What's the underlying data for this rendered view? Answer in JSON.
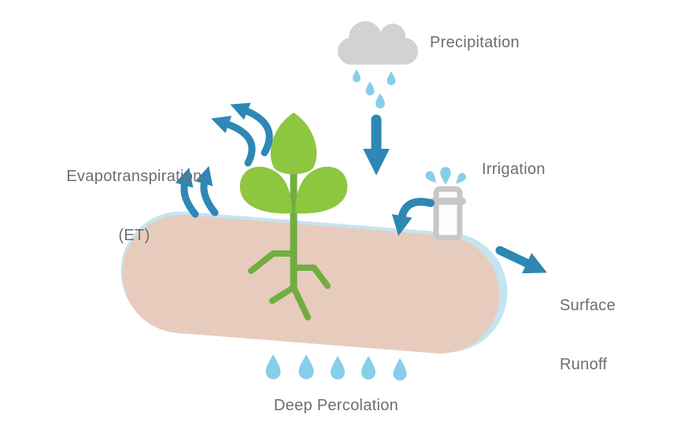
{
  "title": "Water balance diagram",
  "labels": {
    "precipitation": "Precipitation",
    "evapotranspiration_line1": "Evapotranspiration",
    "evapotranspiration_line2": "(ET)",
    "irrigation": "Irrigation",
    "surface_runoff_line1": "Surface",
    "surface_runoff_line2": "Runoff",
    "deep_percolation": "Deep Percolation"
  },
  "colors": {
    "background": "#ffffff",
    "arrow_blue": "#2e87b4",
    "water_drop_blue": "#87cee9",
    "soil_blue": "#c6e3f0",
    "soil_pink": "#e7ccbd",
    "cloud_gray": "#d3d1d1",
    "leaf_green": "#8dc63f",
    "stem_green": "#72ad40",
    "pipe_gray": "#c8c7c6",
    "pipe_fill": "#fcfcfc",
    "label_gray": "#6c6e70"
  },
  "icons": {
    "cloud": "cloud-icon",
    "rain_drops": "rain-drop-icon",
    "down_arrow": "precipitation-arrow-down-icon",
    "et_arrows": "evapotranspiration-curved-arrow-icon",
    "plant": "plant-sprout-icon",
    "soil": "soil-block-icon",
    "sprinkler": "sprinkler-pipe-icon",
    "spray": "sprinkler-spray-drop-icon",
    "irrigation_arrow": "irrigation-curved-arrow-icon",
    "runoff_arrow": "surface-runoff-arrow-icon",
    "percolation_drops": "deep-percolation-drop-icon"
  }
}
